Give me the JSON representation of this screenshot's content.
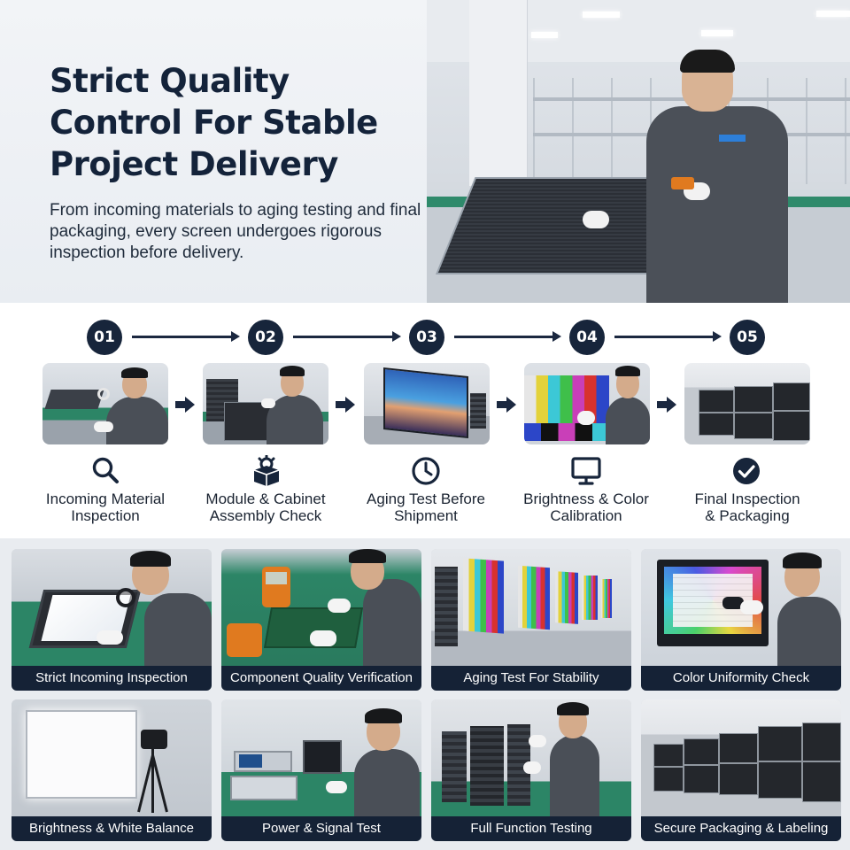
{
  "hero": {
    "title": "Strict Quality Control For Stable Project Delivery",
    "description": "From incoming materials to aging testing and final packaging, every screen undergoes rigorous inspection before delivery."
  },
  "process": {
    "steps": [
      {
        "number": "01",
        "label_line1": "Incoming Material",
        "label_line2": "Inspection",
        "icon": "magnifier-icon"
      },
      {
        "number": "02",
        "label_line1": "Module & Cabinet",
        "label_line2": "Assembly Check",
        "icon": "gear-box-icon"
      },
      {
        "number": "03",
        "label_line1": "Aging Test Before",
        "label_line2": "Shipment",
        "icon": "clock-icon"
      },
      {
        "number": "04",
        "label_line1": "Brightness & Color",
        "label_line2": "Calibration",
        "icon": "monitor-icon"
      },
      {
        "number": "05",
        "label_line1": "Final Inspection",
        "label_line2": "& Packaging",
        "icon": "check-circle-icon"
      }
    ]
  },
  "gallery": {
    "cards": [
      {
        "caption": "Strict Incoming Inspection"
      },
      {
        "caption": "Component Quality Verification"
      },
      {
        "caption": "Aging Test For Stability"
      },
      {
        "caption": "Color Uniformity Check"
      },
      {
        "caption": "Brightness & White Balance"
      },
      {
        "caption": "Power & Signal Test"
      },
      {
        "caption": "Full Function Testing"
      },
      {
        "caption": "Secure Packaging & Labeling"
      }
    ]
  },
  "colors": {
    "navy": "#17253b",
    "caption_bg": "#152236",
    "bench_green": "#2c8566",
    "hero_bg": "#eef1f5"
  }
}
